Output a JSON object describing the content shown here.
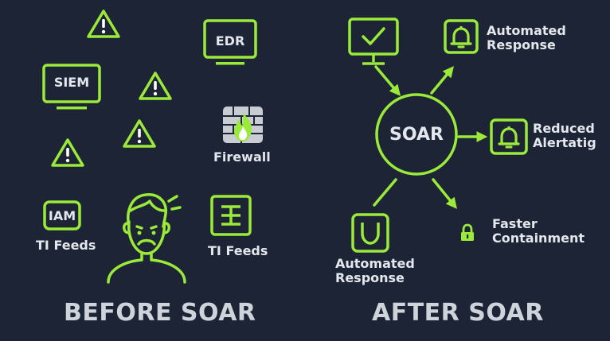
{
  "colors": {
    "background": "#1c2436",
    "accent": "#9bea3a",
    "text": "#e4e7ec",
    "title": "#cfd3da",
    "firewall": "#c9ccd2"
  },
  "before": {
    "title": "BEFORE SOAR",
    "siem": "SIEM",
    "edr": "EDR",
    "iam": "IAM",
    "firewall": "Firewall",
    "ti_feeds_left": "TI Feeds",
    "ti_feeds_right": "TI Feeds",
    "alert_icon": "warning-triangle-icon",
    "person_icon": "stressed-person-icon"
  },
  "after": {
    "title": "AFTER SOAR",
    "hub": "SOAR",
    "automated_response_top": [
      "Automated",
      "Response"
    ],
    "reduced_alerting": [
      "Reduced",
      "Alertatig"
    ],
    "faster_containment": [
      "Faster",
      "Containment"
    ],
    "automated_response_bottom": [
      "Automated",
      "Response"
    ]
  }
}
